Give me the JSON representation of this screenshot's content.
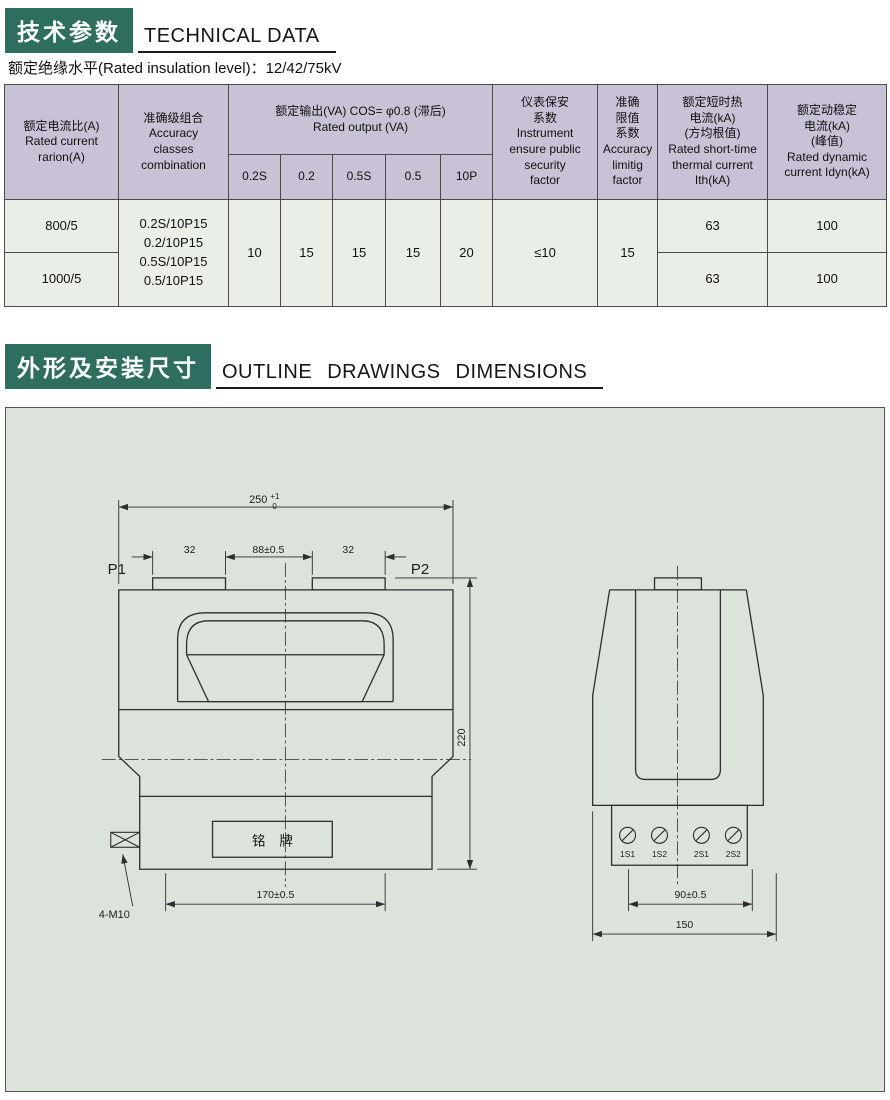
{
  "sections": {
    "technical": {
      "title_cn": "技术参数",
      "title_en": "TECHNICAL DATA",
      "insulation": "额定绝缘水平(Rated insulation level)：12/42/75kV"
    },
    "outline": {
      "title_cn": "外形及安装尺寸",
      "title_en": "OUTLINE DRAWINGS DIMENSIONS"
    }
  },
  "table": {
    "header": {
      "rated_current": "额定电流比(A)\nRated current\nrarion(A)",
      "accuracy_classes": "准确级组合\nAccuracy\nclasses\ncombination",
      "rated_output_group": "额定输出(VA) COS= φ0.8 (滞后)\nRated output (VA)",
      "output_cols": [
        "0.2S",
        "0.2",
        "0.5S",
        "0.5",
        "10P"
      ],
      "instrument_factor": "仪表保安\n系数\nInstrument\nensure public\nsecurity\nfactor",
      "accuracy_limit_factor": "准确\n限值\n系数\nAccuracy\nlimitig\nfactor",
      "thermal_current": "额定短时热\n电流(kA)\n(方均根值)\nRated short-time\nthermal current\nIth(kA)",
      "dynamic_current": "额定动稳定\n电流(kA)\n(峰值)\nRated dynamic\ncurrent Idyn(kA)"
    },
    "shared": {
      "accuracy_combination": "0.2S/10P15\n0.2/10P15\n0.5S/10P15\n0.5/10P15",
      "outputs": [
        "10",
        "15",
        "15",
        "15",
        "20"
      ],
      "security_factor": "≤10",
      "limit_factor": "15"
    },
    "rows": [
      {
        "ratio": "800/5",
        "thermal": "63",
        "dynamic": "100"
      },
      {
        "ratio": "1000/5",
        "thermal": "63",
        "dynamic": "100"
      }
    ]
  },
  "drawings": {
    "front": {
      "overall_width": "250",
      "tol_up": "+1",
      "tol_dn": "0",
      "pad_width_left": "32",
      "pad_gap": "88±0.5",
      "pad_width_right": "32",
      "p1": "P1",
      "p2": "P2",
      "height": "220",
      "base_width": "170±0.5",
      "mount": "4-M10",
      "nameplate": "铭牌"
    },
    "side": {
      "terminals": [
        "1S1",
        "1S2",
        "2S1",
        "2S2"
      ],
      "terminal_span": "90±0.5",
      "depth": "150"
    }
  },
  "colors": {
    "header_green": "#2d6e5e",
    "table_header_bg": "#c9c2d6",
    "table_body_bg": "#e9efe7",
    "drawing_bg": "#dce3da"
  }
}
